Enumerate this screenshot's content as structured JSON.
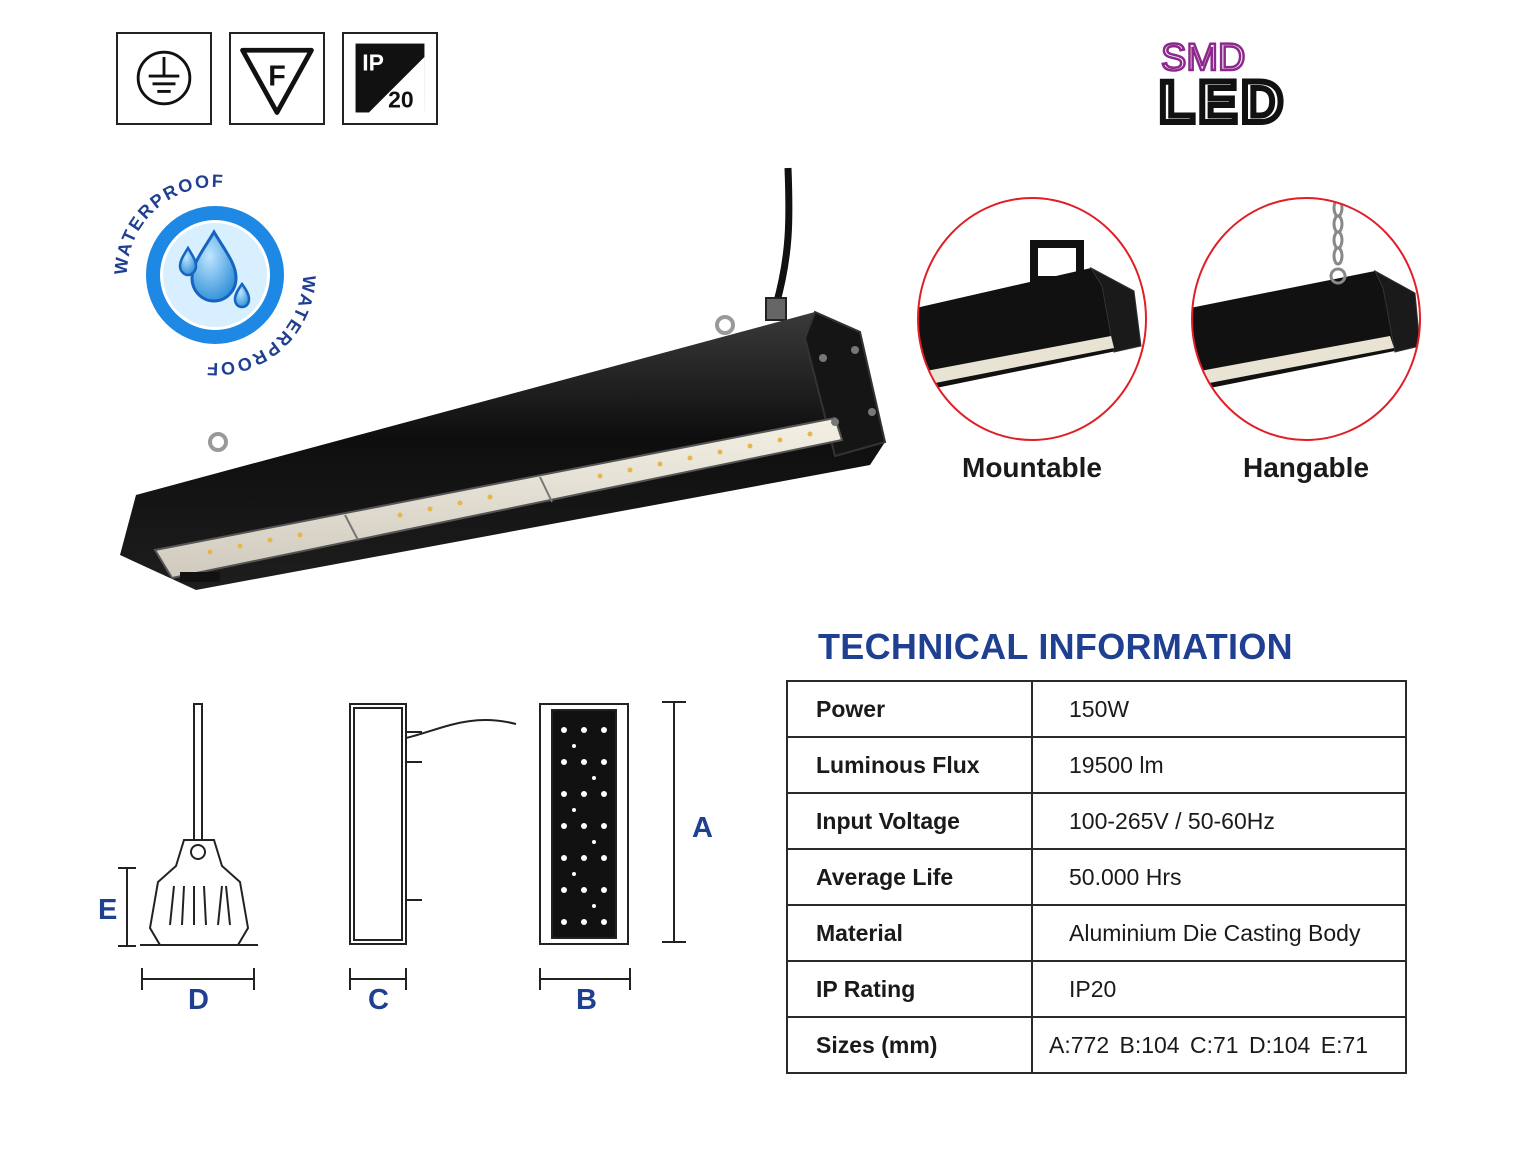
{
  "certifications": [
    {
      "name": "earth-ground"
    },
    {
      "name": "f-mark",
      "mark": "F"
    },
    {
      "name": "ip-rating",
      "top": "IP",
      "bottom": "20"
    }
  ],
  "logo": {
    "line1": "SMD",
    "line2": "LED",
    "accent": "#8b2a8c"
  },
  "badge": {
    "top": "WATERPROOF",
    "word": "WATERPROOF",
    "color": "#1f3f91",
    "ring": "#1e88e5"
  },
  "mounting": {
    "mountable": "Mountable",
    "hangable": "Hangable",
    "ring_color": "#e01e26"
  },
  "technical": {
    "title": "TECHNICAL INFORMATION",
    "rows": [
      {
        "label": "Power",
        "value": "150W"
      },
      {
        "label": "Luminous Flux",
        "value": "19500 lm"
      },
      {
        "label": "Input Voltage",
        "value": "100-265V / 50-60Hz"
      },
      {
        "label": "Average Life",
        "value": "50.000 Hrs"
      },
      {
        "label": "Material",
        "value": "Aluminium Die Casting Body"
      },
      {
        "label": "IP Rating",
        "value": "IP20"
      },
      {
        "label": "Sizes (mm)",
        "value": "A:772  B:104  C:71  D:104  E:71"
      }
    ]
  },
  "dimensions": {
    "a": "A",
    "b": "B",
    "c": "C",
    "d": "D",
    "e": "E",
    "color": "#1f3f91"
  }
}
